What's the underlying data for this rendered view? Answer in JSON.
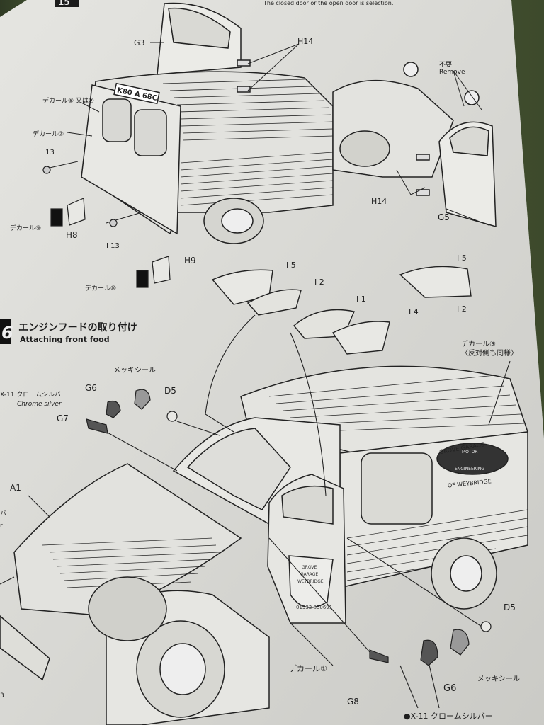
{
  "header": {
    "step_number_top": "15",
    "top_note": "The closed door or the open door is selection."
  },
  "step": {
    "number": "6",
    "title_jp": "エンジンフードの取り付け",
    "title_en": "Attaching front food"
  },
  "labels": {
    "g3": "G3",
    "h14_top": "H14",
    "fuyou": "不要",
    "remove": "Remove",
    "decal5_or7": "デカール⑤\n又は⑦",
    "decal2": "デカール②",
    "i13_left": "I 13",
    "decal9": "デカール⑨",
    "h8": "H8",
    "i13_bottom": "I 13",
    "h9": "H9",
    "decal10": "デカール⑩",
    "h14_bottom": "H14",
    "g5": "G5",
    "i5_left": "I 5",
    "i2_left": "I 2",
    "i5_right": "I 5",
    "i2_right": "I 2",
    "i1": "I 1",
    "i4": "I 4",
    "decal3": "デカール③",
    "decal3_note": "〈反対側も同様〉",
    "mekki_top": "メッキシール",
    "g6_top": "G6",
    "d5_top": "D5",
    "x11_top": "X-11 クロームシルバー",
    "chrome_silver": "Chrome silver",
    "g7": "G7",
    "a1": "A1",
    "decal1": "デカール①",
    "d5_right": "D5",
    "mekki_bottom": "メッキシール",
    "g6_bottom": "G6",
    "g8": "G8",
    "x11_bottom": "●X-11 クロームシルバー",
    "plate": "K80 A 68C",
    "sign_top": "GROVE GARAGE",
    "sign_motor": "MOTOR",
    "sign_engineering": "ENGINEERING",
    "sign_bottom": "OF WEYBRIDGE",
    "door_text": "01932 850691",
    "door_grove": "GROVE",
    "door_garage": "GARAGE",
    "door_weybridge": "WEYBRIDGE",
    "left_edge_bar": "バー",
    "left_edge_r": "r",
    "left_edge_3": "3"
  }
}
